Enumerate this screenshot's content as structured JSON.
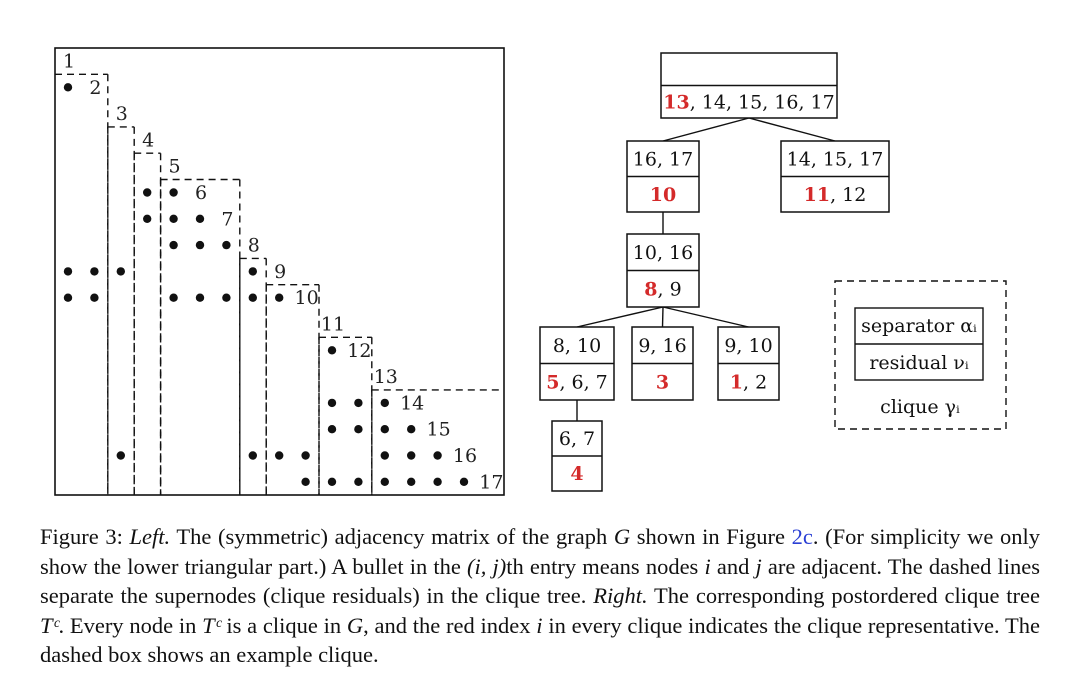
{
  "matrix": {
    "labels": [
      "1",
      "2",
      "3",
      "4",
      "5",
      "6",
      "7",
      "8",
      "9",
      "10",
      "11",
      "12",
      "13",
      "14",
      "15",
      "16",
      "17"
    ],
    "entries": [
      [
        2,
        1
      ],
      [
        6,
        4
      ],
      [
        6,
        5
      ],
      [
        7,
        4
      ],
      [
        7,
        5
      ],
      [
        7,
        6
      ],
      [
        8,
        5
      ],
      [
        8,
        6
      ],
      [
        8,
        7
      ],
      [
        9,
        1
      ],
      [
        9,
        2
      ],
      [
        9,
        3
      ],
      [
        9,
        8
      ],
      [
        10,
        1
      ],
      [
        10,
        2
      ],
      [
        10,
        5
      ],
      [
        10,
        6
      ],
      [
        10,
        7
      ],
      [
        10,
        8
      ],
      [
        10,
        9
      ],
      [
        12,
        11
      ],
      [
        14,
        11
      ],
      [
        14,
        12
      ],
      [
        14,
        13
      ],
      [
        15,
        11
      ],
      [
        15,
        12
      ],
      [
        15,
        13
      ],
      [
        15,
        14
      ],
      [
        16,
        3
      ],
      [
        16,
        8
      ],
      [
        16,
        9
      ],
      [
        16,
        10
      ],
      [
        16,
        13
      ],
      [
        16,
        14
      ],
      [
        16,
        15
      ],
      [
        17,
        10
      ],
      [
        17,
        11
      ],
      [
        17,
        12
      ],
      [
        17,
        13
      ],
      [
        17,
        14
      ],
      [
        17,
        15
      ],
      [
        17,
        16
      ]
    ],
    "supernodes": [
      [
        1,
        2
      ],
      [
        3,
        3
      ],
      [
        4,
        4
      ],
      [
        5,
        7
      ],
      [
        8,
        8
      ],
      [
        9,
        10
      ],
      [
        11,
        12
      ],
      [
        13,
        17
      ]
    ]
  },
  "tree": {
    "nodes": [
      {
        "id": "c13",
        "sep": "",
        "rep": "13",
        "rest": ", 14, 15, 16, 17"
      },
      {
        "id": "c10",
        "sep": "16, 17",
        "rep": "10",
        "rest": ""
      },
      {
        "id": "c11",
        "sep": "14, 15, 17",
        "rep": "11",
        "rest": ", 12"
      },
      {
        "id": "c8",
        "sep": "10, 16",
        "rep": "8",
        "rest": ", 9"
      },
      {
        "id": "c5",
        "sep": "8, 10",
        "rep": "5",
        "rest": ", 6, 7"
      },
      {
        "id": "c3",
        "sep": "9, 16",
        "rep": "3",
        "rest": ""
      },
      {
        "id": "c1",
        "sep": "9, 10",
        "rep": "1",
        "rest": ", 2"
      },
      {
        "id": "c4",
        "sep": "6, 7",
        "rep": "4",
        "rest": ""
      }
    ],
    "edges": [
      [
        "c13",
        "c10"
      ],
      [
        "c13",
        "c11"
      ],
      [
        "c10",
        "c8"
      ],
      [
        "c8",
        "c5"
      ],
      [
        "c8",
        "c3"
      ],
      [
        "c8",
        "c1"
      ],
      [
        "c5",
        "c4"
      ]
    ]
  },
  "legend": {
    "separator": "separator αᵢ",
    "residual": "residual νᵢ",
    "clique": "clique γᵢ"
  },
  "caption": {
    "fig": "Figure 3:",
    "left": "Left.",
    "t1": " The (symmetric) adjacency matrix of the graph ",
    "G1": "G",
    "t2": " shown in Figure ",
    "ref": "2c",
    "t3": ". (For simplicity we only show the lower triangular part.)  A bullet in the ",
    "ij": "(i, j)",
    "t4": "th entry means nodes ",
    "i1": "i",
    "t5": " and ",
    "j1": "j",
    "t6": " are adjacent. The dashed lines separate the supernodes (clique residuals) in the clique tree. ",
    "right": "Right.",
    "t7": " The corresponding postordered clique tree ",
    "Tc1": "Tᶜ",
    "t8": ". Every node in ",
    "Tc2": "Tᶜ",
    "t9": " is a clique in ",
    "G2": "G",
    "t10": ", and the red index ",
    "i2": "i",
    "t11": " in every clique indicates the clique representative. The dashed box shows an example clique."
  },
  "colors": {
    "red": "#d42a2a",
    "link": "#2a3fd4"
  }
}
